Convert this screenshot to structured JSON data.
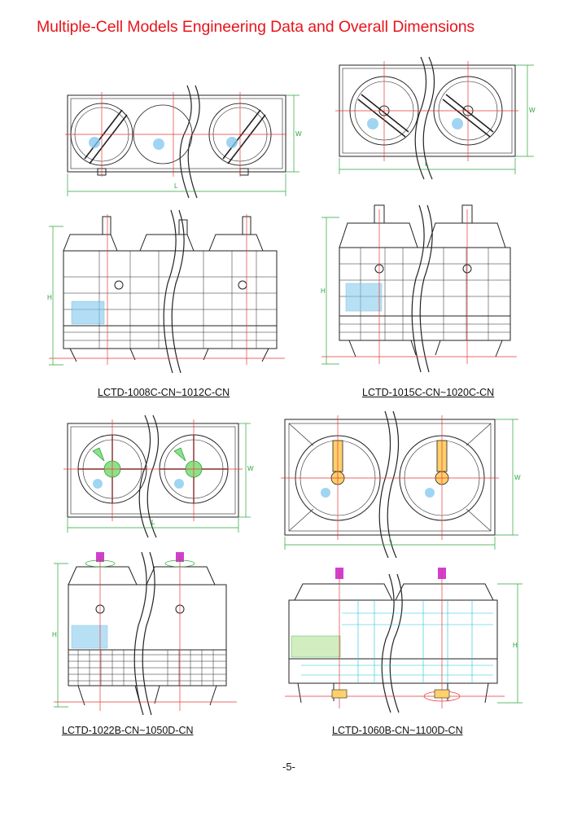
{
  "page": {
    "title": "Multiple-Cell Models Engineering Data and Overall Dimensions",
    "page_number": "-5-"
  },
  "dimension_letters": {
    "length": "L",
    "width": "W",
    "height": "H"
  },
  "models": [
    {
      "caption": "LCTD-1008C-CN~1012C-CN",
      "cells": 3
    },
    {
      "caption": "LCTD-1015C-CN~1020C-CN",
      "cells": 2
    },
    {
      "caption": "LCTD-1022B-CN~1050D-CN",
      "cells": 2
    },
    {
      "caption": "LCTD-1060B-CN~1100D-CN",
      "cells": 2
    }
  ],
  "colors": {
    "title": "#e8141b",
    "outline": "#222222",
    "dimension": "#2aa43a",
    "centerline": "#e53935",
    "fill_media": "#3aa0d8",
    "motor": "#d13fd1",
    "water": "#19c4d6"
  }
}
